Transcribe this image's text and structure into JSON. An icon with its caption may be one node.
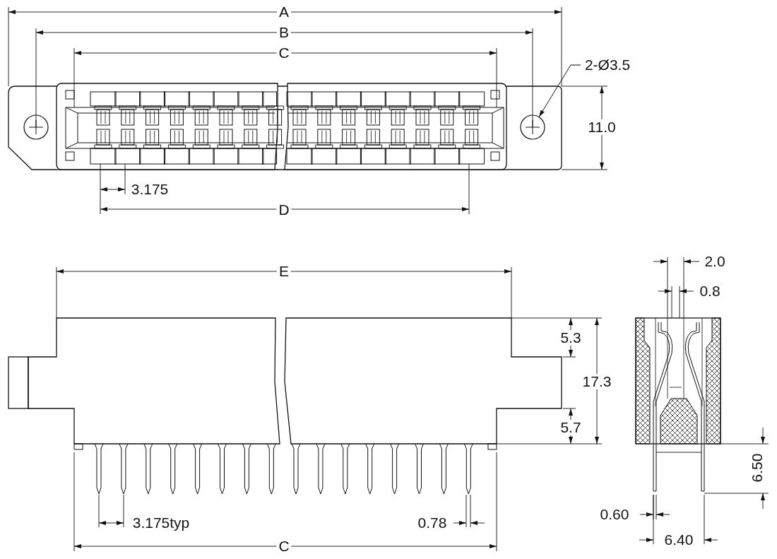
{
  "diagram": {
    "nodes": [
      {
        "text": [
          "2-Ø3.5"
        ]
      },
      {
        "text": [],
        "shape": "circle"
      }
    ],
    "edges": [
      {
        "from": 0,
        "to": 1,
        "arrow": "to"
      }
    ],
    "labels": [
      "A",
      "B",
      "C",
      "11.0",
      "3.175",
      "D",
      "E",
      "2.0",
      "0.8",
      "5.3",
      "17.3",
      "5.7",
      "6.50",
      "0.60",
      "3.175typ",
      "0.78",
      "6.40",
      "C"
    ]
  }
}
